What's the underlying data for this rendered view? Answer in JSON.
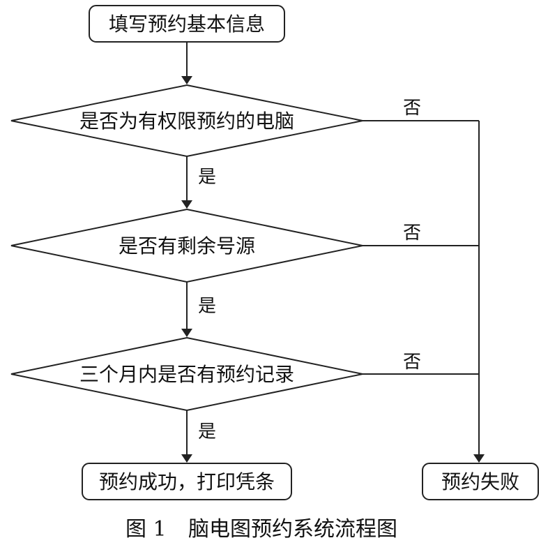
{
  "nodes": {
    "start": "填写预约基本信息",
    "check_permission": "是否为有权限预约的电脑",
    "check_slots": "是否有剩余号源",
    "check_recent": "三个月内是否有预约记录",
    "success": "预约成功，打印凭条",
    "failure": "预约失败"
  },
  "edge_labels": {
    "yes_1": "是",
    "yes_2": "是",
    "yes_3": "是",
    "no_1": "否",
    "no_2": "否",
    "no_3": "否"
  },
  "caption": {
    "number": "图 1",
    "title": "脑电图预约系统流程图"
  }
}
